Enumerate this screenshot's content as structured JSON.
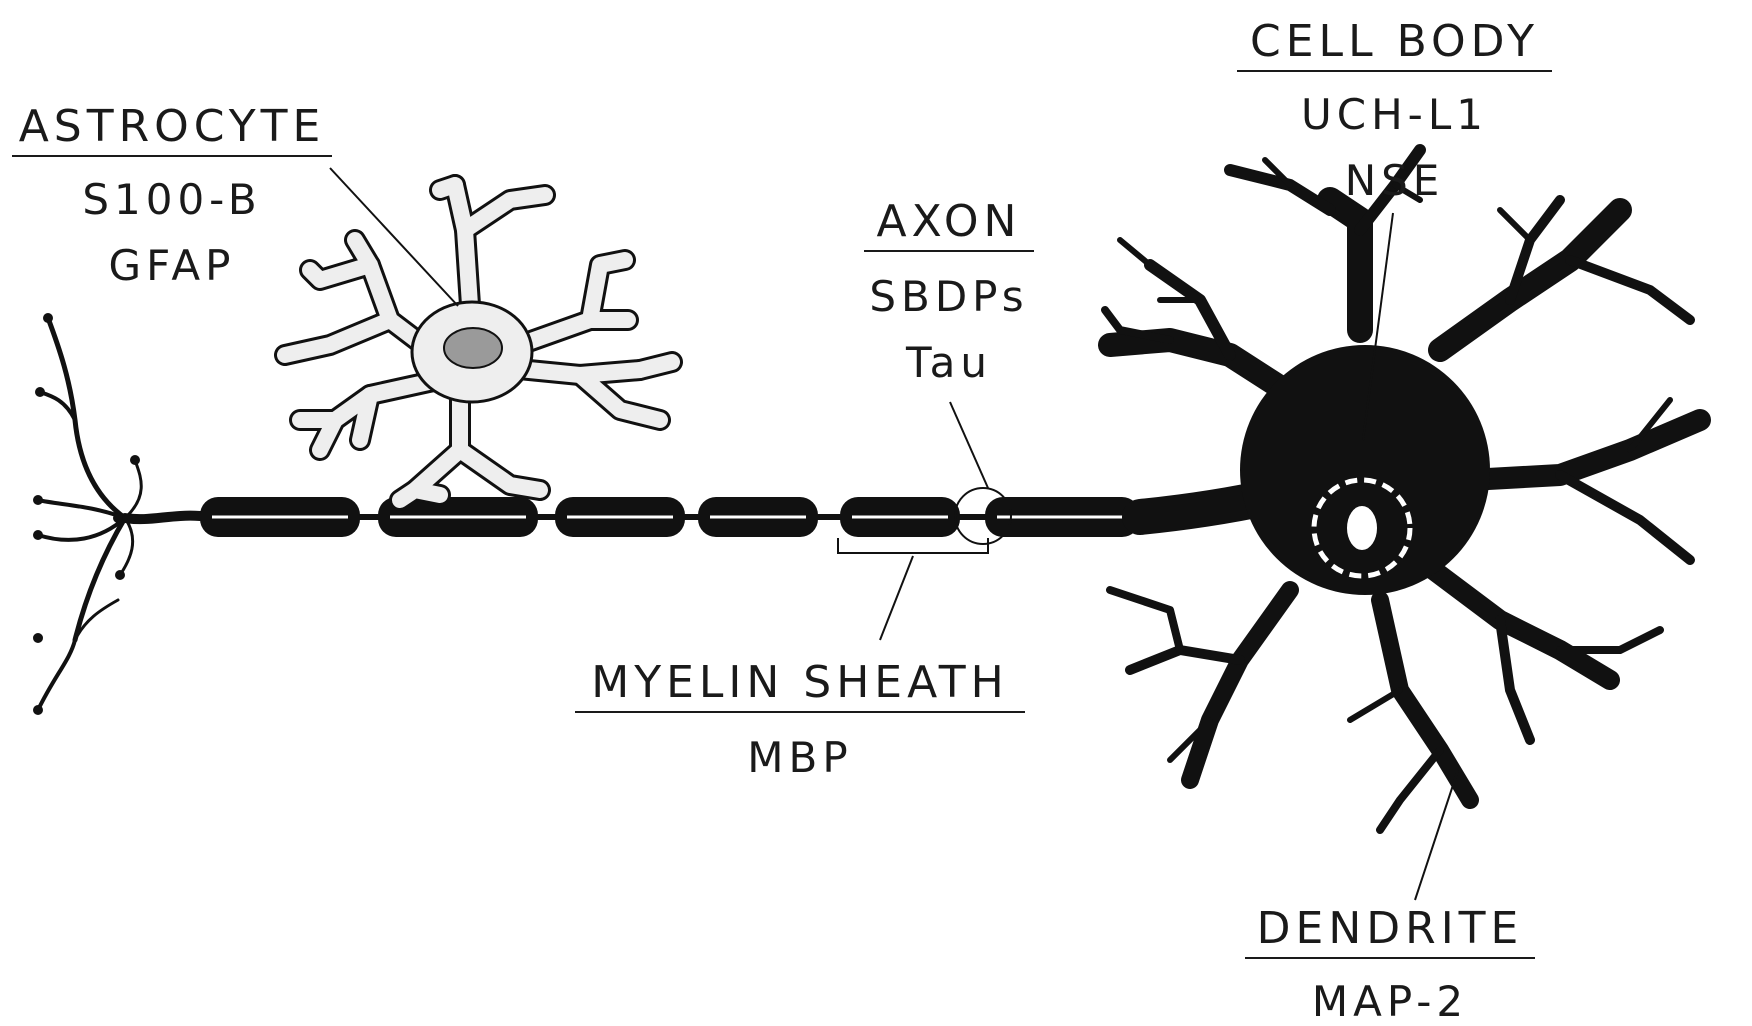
{
  "labels": {
    "astrocyte": {
      "title": "ASTROCYTE",
      "markers": [
        "S100-B",
        "GFAP"
      ]
    },
    "axon": {
      "title": "AXON",
      "markers": [
        "SBDPs",
        "Tau"
      ]
    },
    "cell_body": {
      "title": "CELL BODY",
      "markers": [
        "UCH-L1",
        "NSE"
      ]
    },
    "myelin_sheath": {
      "title": "MYELIN SHEATH",
      "markers": [
        "MBP"
      ]
    },
    "dendrite": {
      "title": "DENDRITE",
      "markers": [
        "MAP-2"
      ]
    }
  },
  "colors": {
    "ink": "#111111",
    "astrocyte_fill": "#eeeeee",
    "nucleus_fill": "#9a9a9a",
    "background": "#ffffff"
  }
}
